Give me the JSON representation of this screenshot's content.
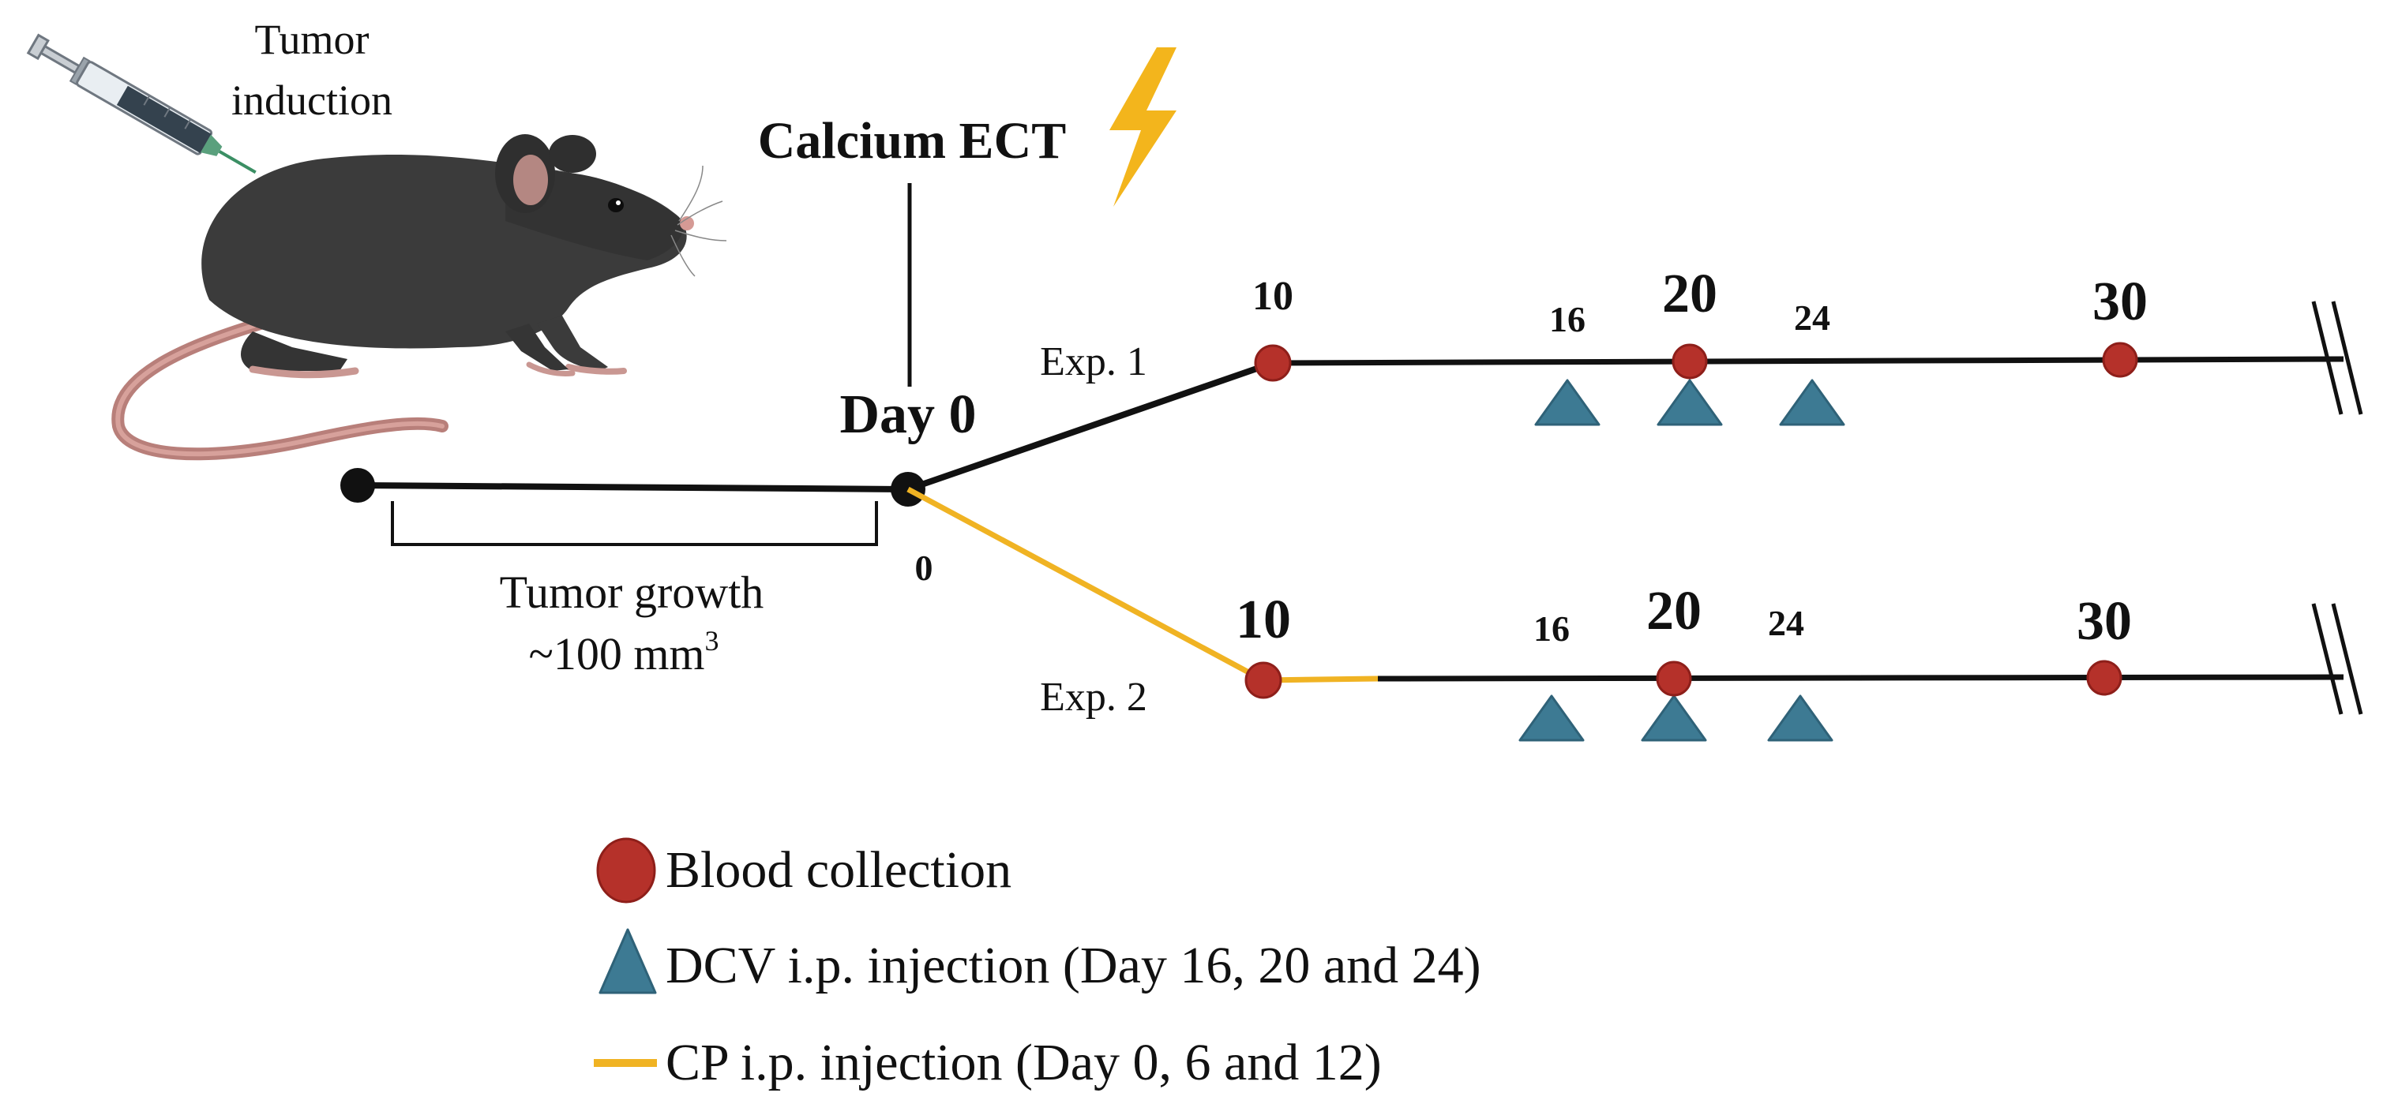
{
  "induction": {
    "label_line1": "Tumor",
    "label_line2": "induction"
  },
  "treatment": {
    "label": "Calcium ECT"
  },
  "timeline": {
    "day0_label": "Day 0",
    "zero_label": "0",
    "growth_label_line1": "Tumor growth",
    "growth_label_line2": "~100 mm",
    "growth_label_sup": "3"
  },
  "exp1": {
    "label": "Exp. 1",
    "days": {
      "d10": "10",
      "d16": "16",
      "d20": "20",
      "d24": "24",
      "d30": "30"
    }
  },
  "exp2": {
    "label": "Exp. 2",
    "days": {
      "d10": "10",
      "d16": "16",
      "d20": "20",
      "d24": "24",
      "d30": "30"
    }
  },
  "legend": {
    "blood": "Blood collection",
    "dcv": "DCV i.p. injection (Day 16, 20 and 24)",
    "cp": "CP i.p. injection (Day 0, 6 and 12)"
  },
  "colors": {
    "blood": "#b5312a",
    "dcv": "#3d7a93",
    "cp": "#f0b323",
    "line": "#111111",
    "bolt": "#f3b51c",
    "mouse": "#3b3b3b",
    "tail": "#b87f7a"
  }
}
